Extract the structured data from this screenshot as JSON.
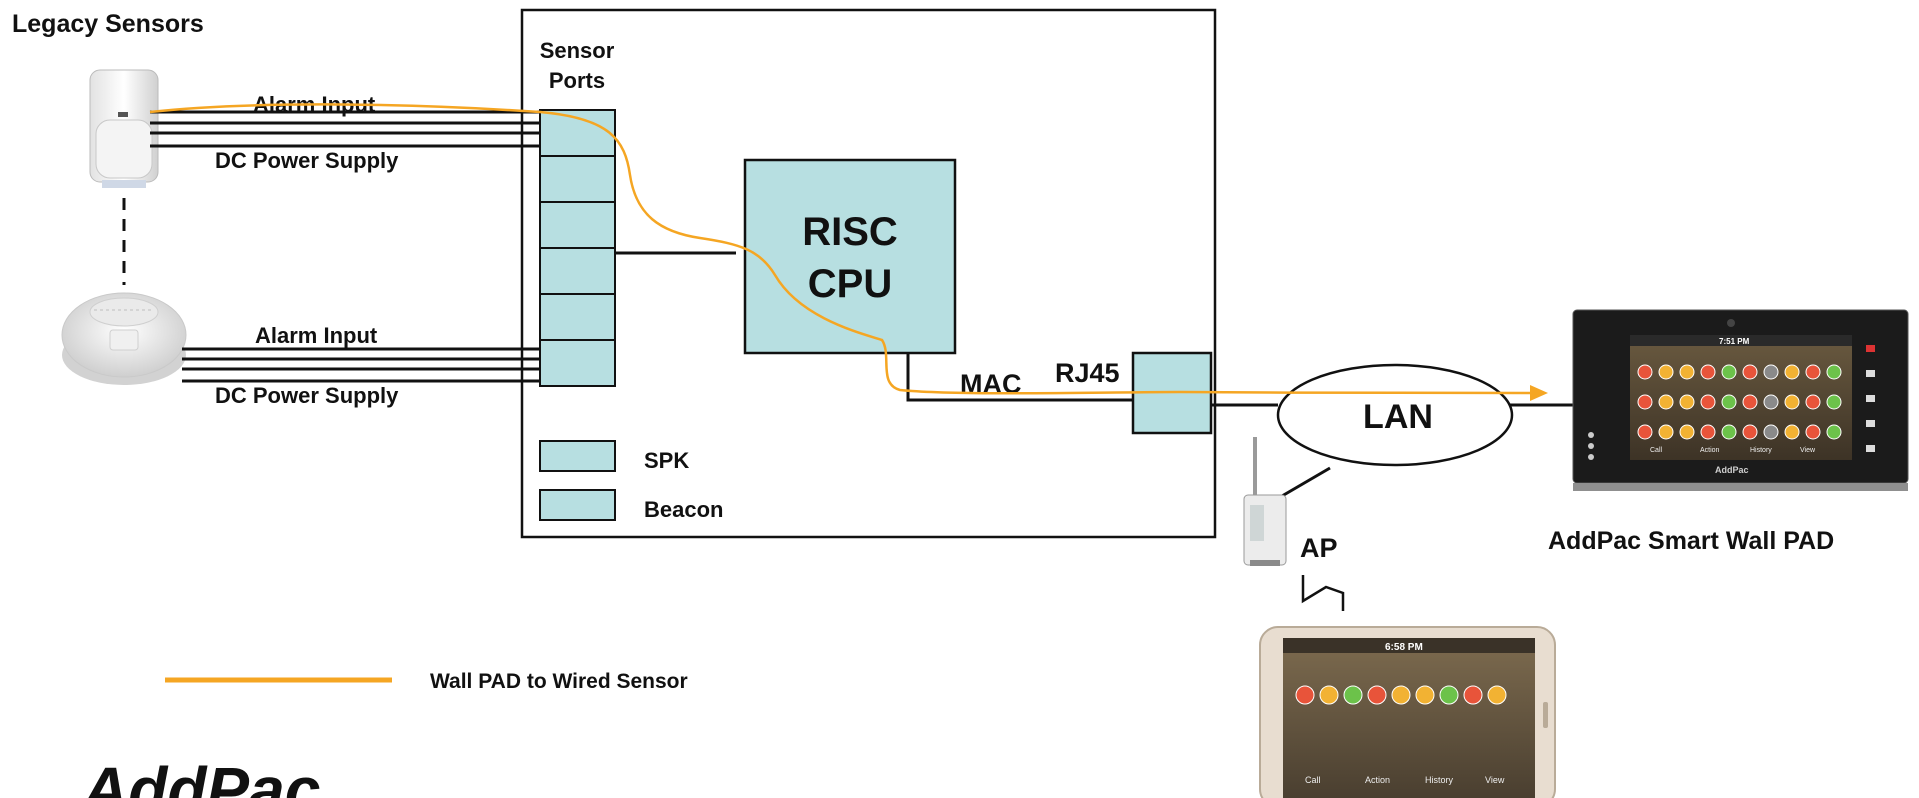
{
  "labels": {
    "legacy_sensors": "Legacy Sensors",
    "sensor_ports_line1": "Sensor",
    "sensor_ports_line2": "Ports",
    "alarm_input_top": "Alarm Input",
    "dc_power_top": "DC Power Supply",
    "alarm_input_bottom": "Alarm Input",
    "dc_power_bottom": "DC Power Supply",
    "cpu_line1": "RISC",
    "cpu_line2": "CPU",
    "mac": "MAC",
    "rj45": "RJ45",
    "spk": "SPK",
    "beacon": "Beacon",
    "lan": "LAN",
    "ap": "AP",
    "wall_pad": "AddPac Smart Wall PAD"
  },
  "legend": {
    "line_label": "Wall PAD  to Wired Sensor",
    "line_color": "#f5a623"
  },
  "wall_pad_screen": {
    "time": "7:51 PM",
    "brand": "AddPac",
    "bottom_buttons": [
      "Call",
      "Action",
      "History",
      "View"
    ]
  },
  "tablet_screen": {
    "time": "6:58 PM",
    "bottom_buttons": [
      "Call",
      "Action",
      "History",
      "View"
    ]
  },
  "colors": {
    "box_fill": "#b7dfe1",
    "signal": "#f5a623",
    "line": "#111111"
  }
}
